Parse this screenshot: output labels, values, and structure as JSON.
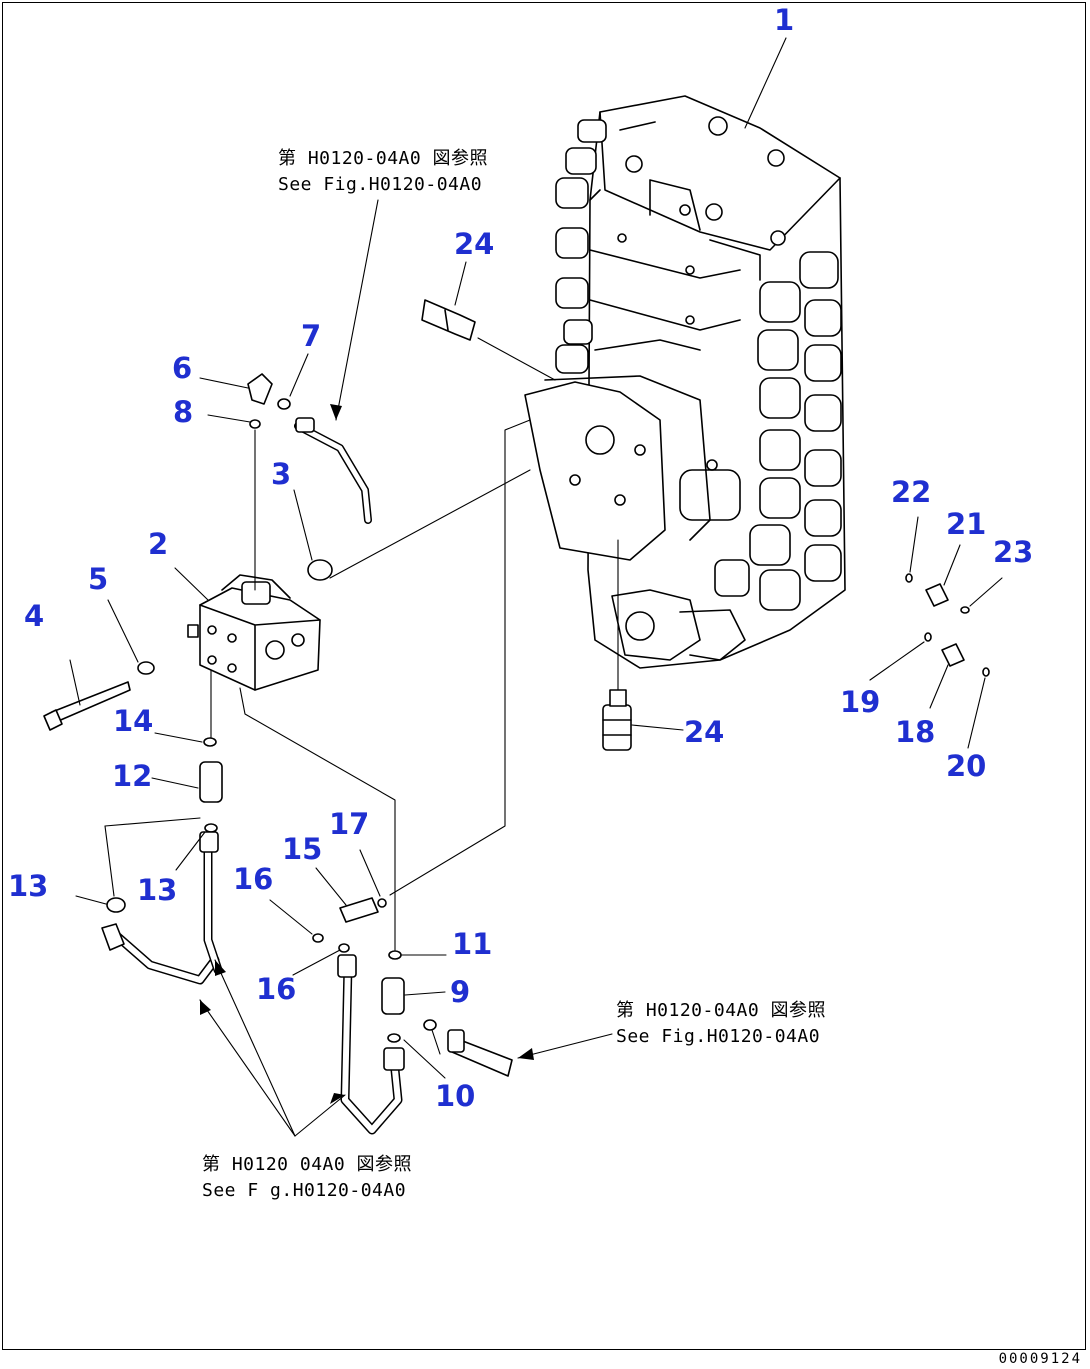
{
  "callouts": [
    {
      "id": "1",
      "label": "1"
    },
    {
      "id": "2",
      "label": "2"
    },
    {
      "id": "3",
      "label": "3"
    },
    {
      "id": "4",
      "label": "4"
    },
    {
      "id": "5",
      "label": "5"
    },
    {
      "id": "6",
      "label": "6"
    },
    {
      "id": "7",
      "label": "7"
    },
    {
      "id": "8",
      "label": "8"
    },
    {
      "id": "9",
      "label": "9"
    },
    {
      "id": "10",
      "label": "10"
    },
    {
      "id": "11",
      "label": "11"
    },
    {
      "id": "12",
      "label": "12"
    },
    {
      "id": "13a",
      "label": "13"
    },
    {
      "id": "13b",
      "label": "13"
    },
    {
      "id": "14",
      "label": "14"
    },
    {
      "id": "15",
      "label": "15"
    },
    {
      "id": "16a",
      "label": "16"
    },
    {
      "id": "16b",
      "label": "16"
    },
    {
      "id": "17",
      "label": "17"
    },
    {
      "id": "18",
      "label": "18"
    },
    {
      "id": "19",
      "label": "19"
    },
    {
      "id": "20",
      "label": "20"
    },
    {
      "id": "21",
      "label": "21"
    },
    {
      "id": "22",
      "label": "22"
    },
    {
      "id": "23",
      "label": "23"
    },
    {
      "id": "24a",
      "label": "24"
    },
    {
      "id": "24b",
      "label": "24"
    }
  ],
  "notes": {
    "top": {
      "jp": "第 H0120-04A0 図参照",
      "en": "See Fig.H0120-04A0"
    },
    "right": {
      "jp": "第 H0120-04A0 図参照",
      "en": "See Fig.H0120-04A0"
    },
    "bottom": {
      "jp": "第 H0120 04A0 図参照",
      "en": "See F g.H0120-04A0"
    }
  },
  "drawing_number": "00009124",
  "colors": {
    "callout": "#1f2fd0",
    "line": "#000000"
  }
}
